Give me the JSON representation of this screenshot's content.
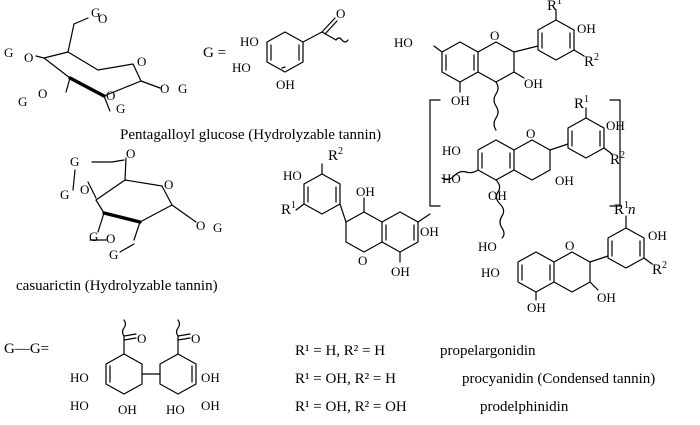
{
  "labels": {
    "g": "G",
    "g_equals": "G =",
    "gg_equals": "G—G=",
    "ho": "HO",
    "oh": "OH",
    "o": "O",
    "r": "R",
    "sup1": "1",
    "sup2": "2",
    "n": "n"
  },
  "captions": {
    "pentagalloyl": "Pentagalloyl glucose (Hydrolyzable tannin)",
    "casuarictin": "casuarictin (Hydrolyzable tannin)"
  },
  "legend": [
    {
      "formula": "R¹ = H, R² = H",
      "name": "propelargonidin"
    },
    {
      "formula": "R¹ = OH, R² = H",
      "name": "procyanidin (Condensed tannin)"
    },
    {
      "formula": "R¹ = OH, R² = OH",
      "name": "prodelphinidin"
    }
  ]
}
